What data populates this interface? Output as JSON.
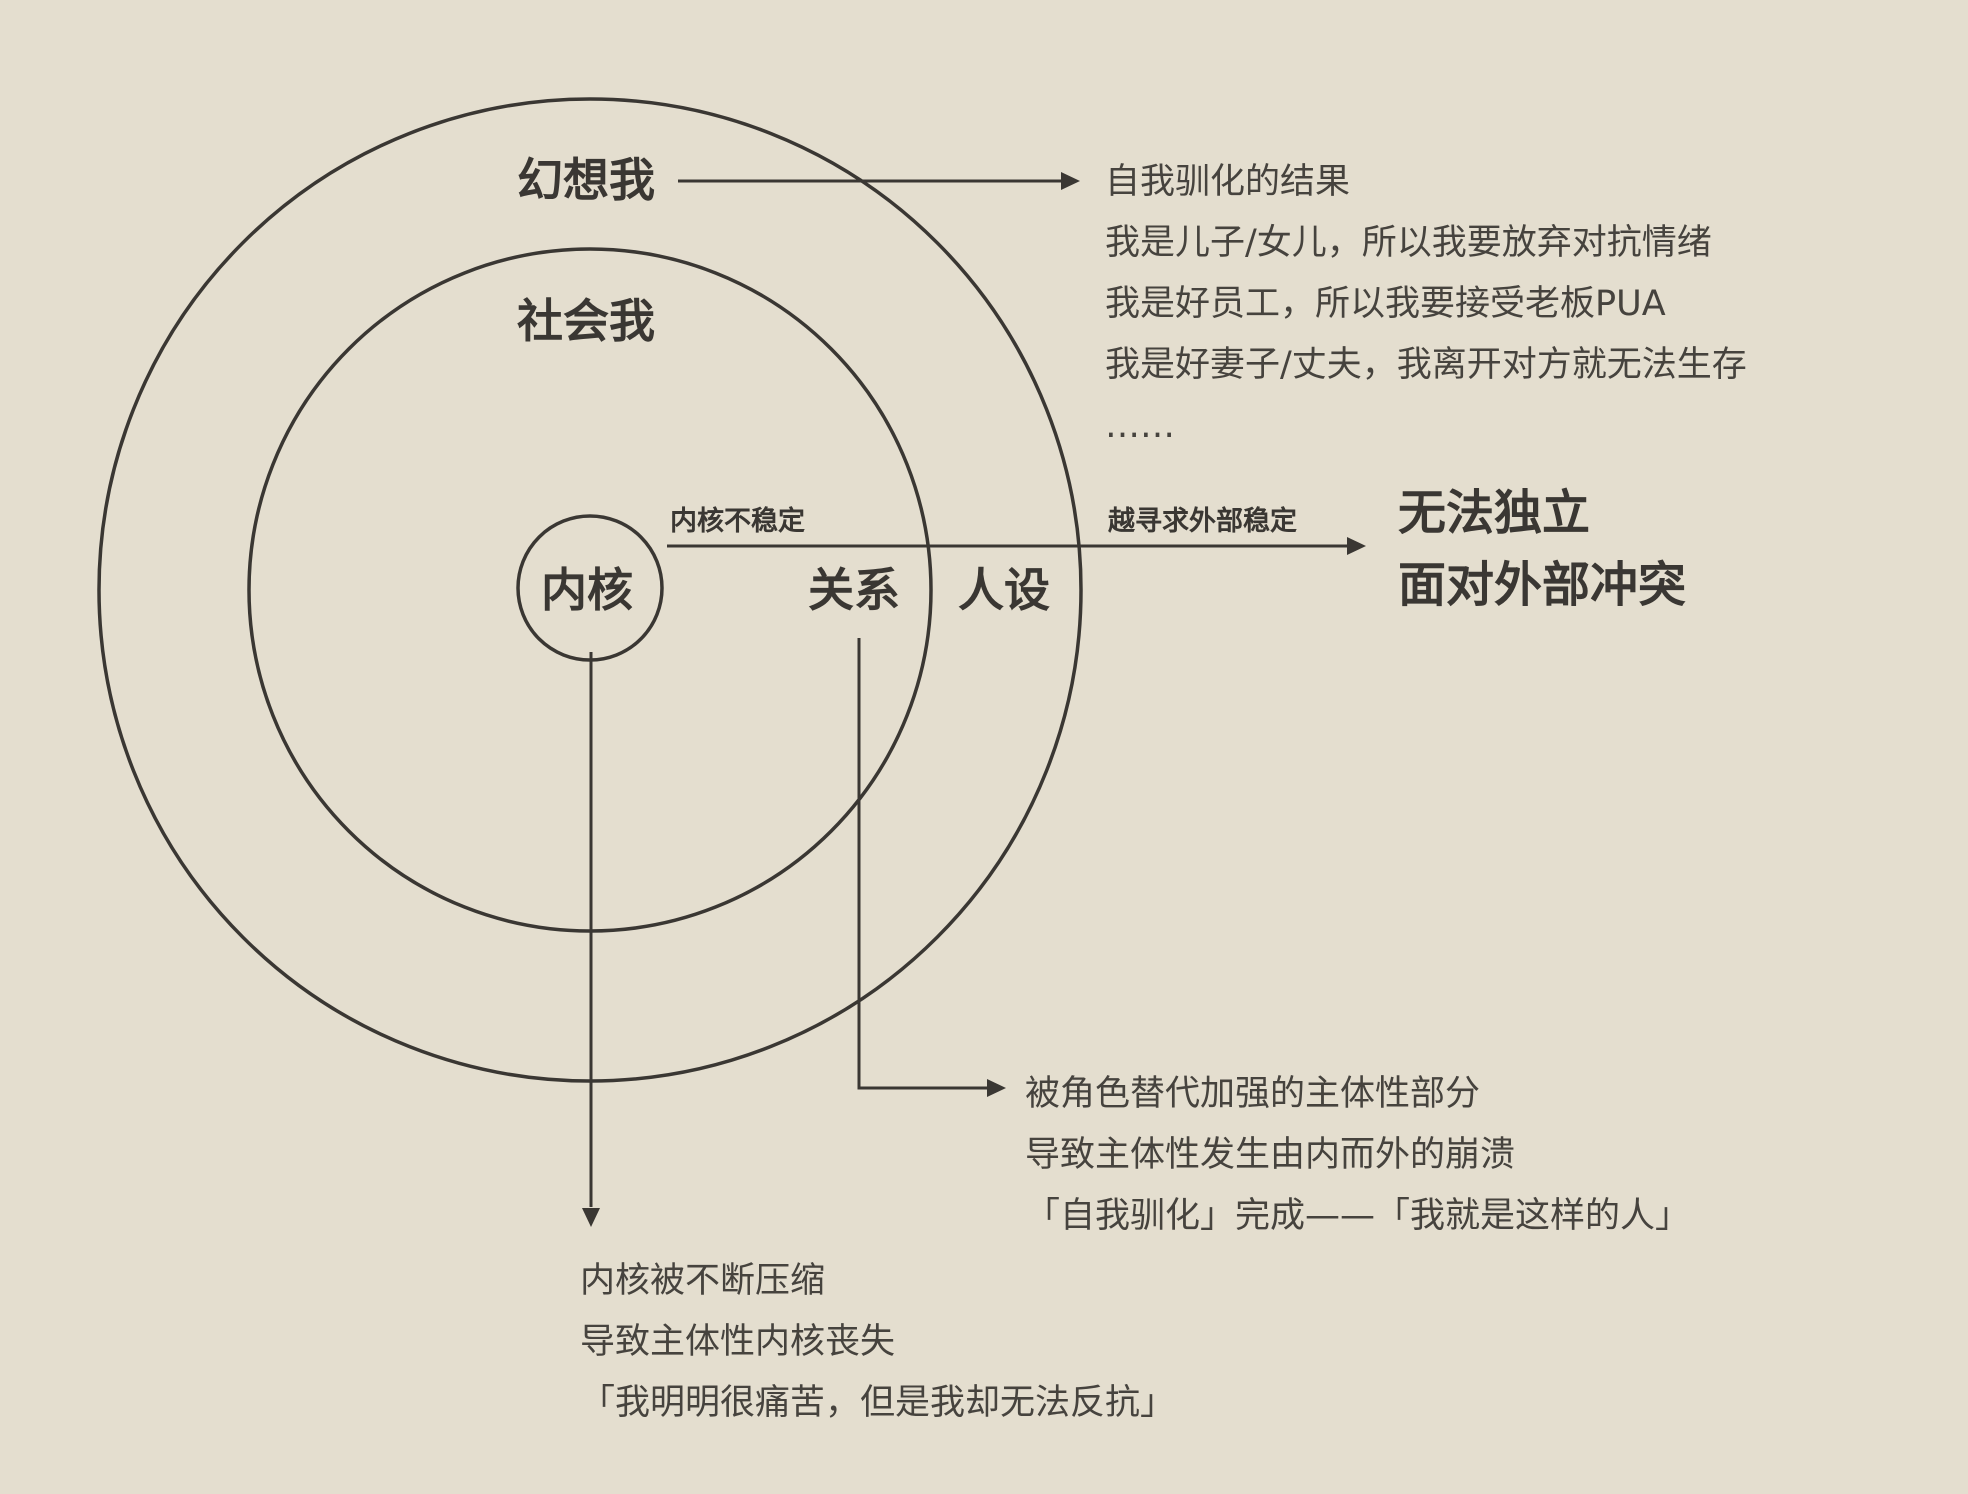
{
  "labels": {
    "fantasy_self": "幻想我",
    "social_self": "社会我",
    "core": "内核",
    "relationship": "关系",
    "persona": "人设",
    "core_unstable": "内核不稳定",
    "seek_external": "越寻求外部稳定"
  },
  "conclusion": {
    "line1": "无法独立",
    "line2": "面对外部冲突"
  },
  "fantasy_notes": [
    "自我驯化的结果",
    "我是儿子/女儿，所以我要放弃对抗情绪",
    "我是好员工，所以我要接受老板PUA",
    "我是好妻子/丈夫，我离开对方就无法生存",
    "……"
  ],
  "relationship_notes": [
    "被角色替代加强的主体性部分",
    "导致主体性发生由内而外的崩溃",
    "「自我驯化」完成——「我就是这样的人」"
  ],
  "core_notes": [
    "内核被不断压缩",
    "导致主体性内核丧失",
    "「我明明很痛苦，但是我却无法反抗」"
  ]
}
